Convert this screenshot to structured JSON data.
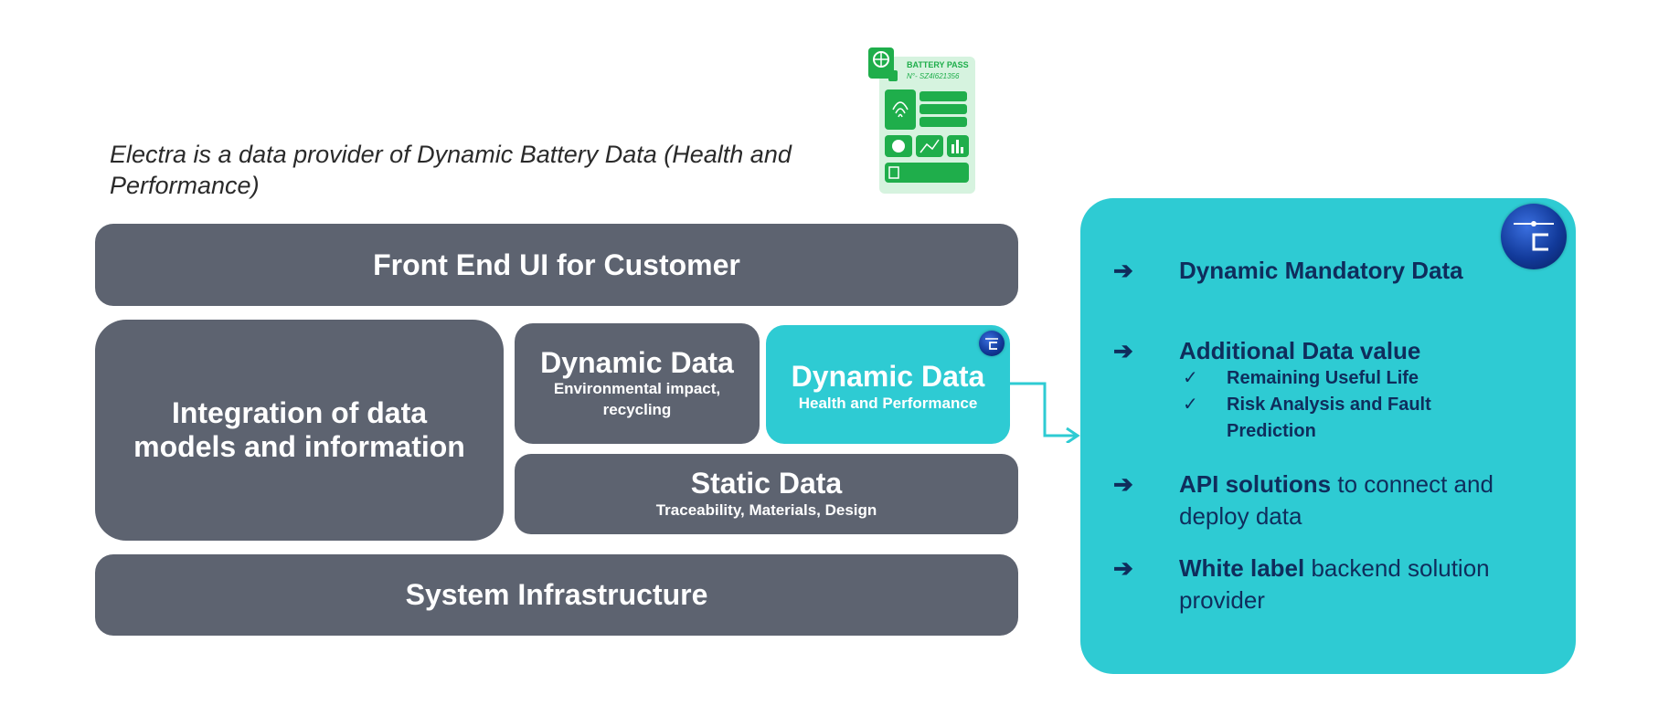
{
  "intro_text": "Electra is a data provider of Dynamic Battery Data (Health and Performance)",
  "battery_pass": {
    "title": "BATTERY PASS",
    "id": "N°- SZ4I621356",
    "icons": [
      "passport-globe-icon",
      "fingerprint-icon",
      "pie-chart-icon",
      "line-chart-icon",
      "bar-chart-icon",
      "document-icon"
    ]
  },
  "stack": {
    "front_end": "Front End UI for Customer",
    "integration": "Integration of data models and information",
    "dynamic_env": {
      "title": "Dynamic Data",
      "subtitle": "Environmental impact, recycling"
    },
    "dynamic_health": {
      "title": "Dynamic Data",
      "subtitle": "Health and Performance"
    },
    "static": {
      "title": "Static Data",
      "subtitle": "Traceability, Materials, Design"
    },
    "infrastructure": "System Infrastructure"
  },
  "panel": {
    "bullets": [
      {
        "bold": "Dynamic Mandatory Data",
        "rest": ""
      },
      {
        "bold": "Additional Data value",
        "rest": "",
        "subitems": [
          "Remaining Useful Life",
          "Risk Analysis and Fault Prediction"
        ]
      },
      {
        "bold": "API solutions",
        "rest": " to connect and deploy data"
      },
      {
        "bold": "White label",
        "rest": " backend solution provider"
      }
    ],
    "arrow_glyph": "➔",
    "check_glyph": "✓"
  },
  "colors": {
    "gray_box": "#5d6370",
    "teal": "#2ecbd3",
    "navy_text": "#0f2d5c",
    "pass_green": "#1fae4b"
  }
}
